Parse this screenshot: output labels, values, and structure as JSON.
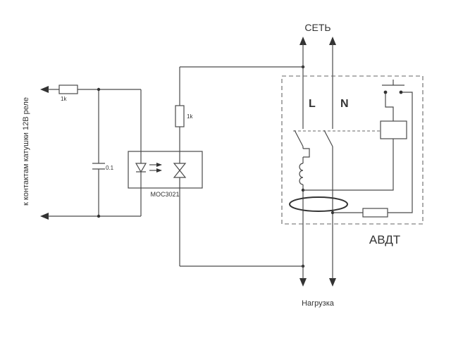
{
  "diagram": {
    "mains_label": "СЕТЬ",
    "load_label": "Нагрузка",
    "device_label": "АВДТ",
    "line_marker": "L",
    "neutral_marker": "N",
    "optocoupler_label": "MOC3021",
    "resistor_top_left_label": "1k",
    "resistor_gate_label": "1k",
    "capacitor_label": "0.1",
    "left_note": "к контактам катушки 12В реле",
    "colors": {
      "line_marker": "#c00000",
      "neutral_marker": "#0000a8",
      "wire": "#4a4a4a"
    }
  }
}
